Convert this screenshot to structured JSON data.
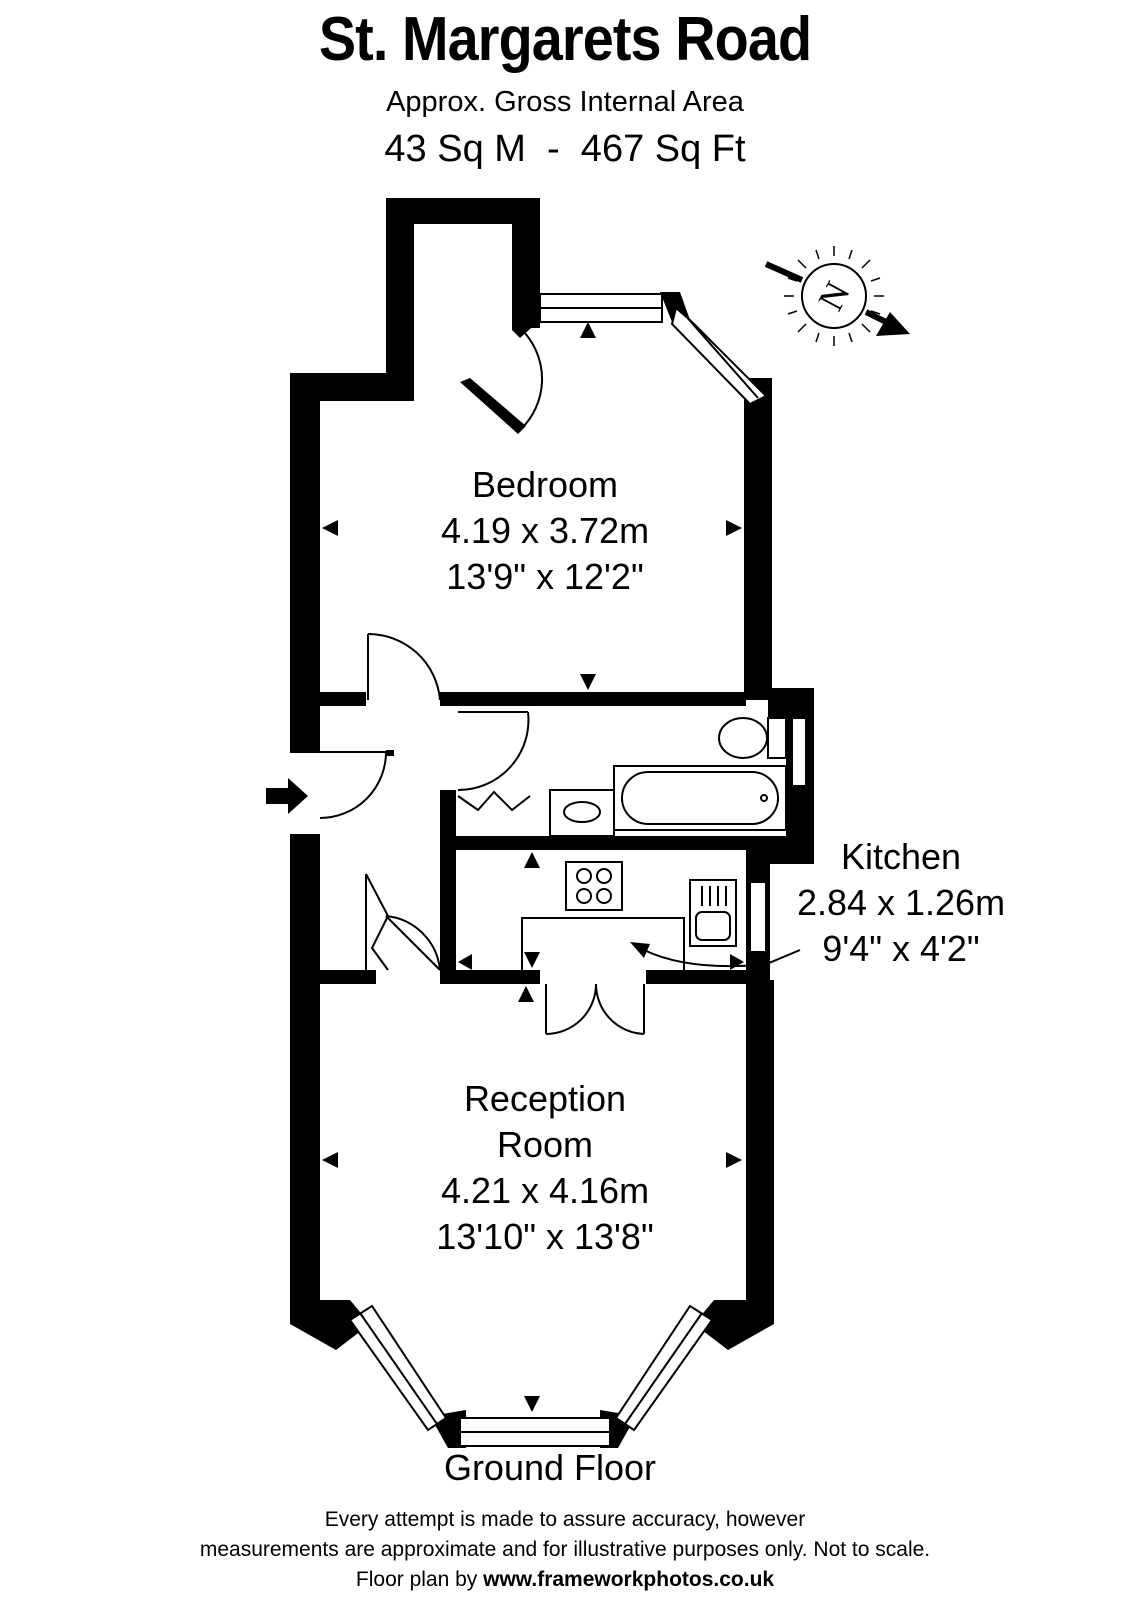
{
  "header": {
    "title": "St. Margarets Road",
    "subtitle": "Approx. Gross Internal Area",
    "area": "43 Sq M  -  467 Sq Ft"
  },
  "rooms": {
    "bedroom": {
      "name": "Bedroom",
      "metric": "4.19 x 3.72m",
      "imperial": "13'9\" x 12'2\""
    },
    "kitchen": {
      "name": "Kitchen",
      "metric": "2.84 x 1.26m",
      "imperial": "9'4\" x 4'2\""
    },
    "reception": {
      "name_line1": "Reception",
      "name_line2": "Room",
      "metric": "4.21 x 4.16m",
      "imperial": "13'10\" x 13'8\""
    }
  },
  "floor_label": "Ground Floor",
  "compass_letter": "N",
  "disclaimer": {
    "line1": "Every attempt is made to assure accuracy, however",
    "line2": "measurements are approximate and for illustrative purposes only. Not to scale.",
    "line3_prefix": "Floor plan by ",
    "website": "www.frameworkphotos.co.uk"
  }
}
